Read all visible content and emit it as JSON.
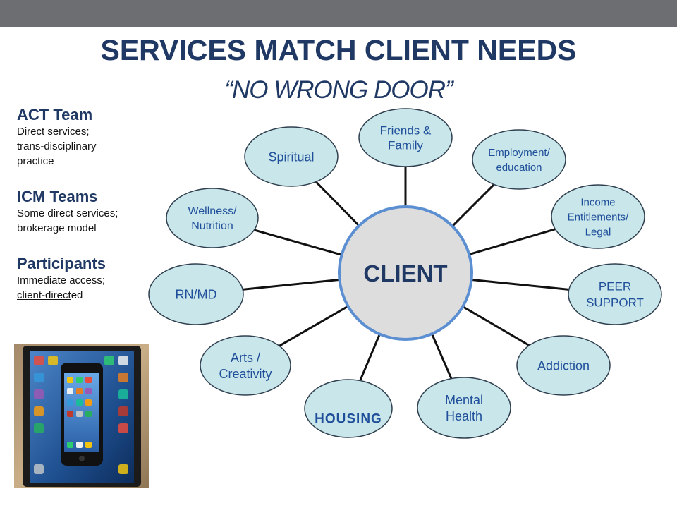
{
  "slide": {
    "title": "SERVICES MATCH CLIENT NEEDS",
    "subtitle": "“NO WRONG DOOR”"
  },
  "sidebar": {
    "act": {
      "heading": "ACT Team",
      "line1": "Direct  services;",
      "line2": "trans-disciplinary",
      "line3": "practice"
    },
    "icm": {
      "heading": "ICM Teams",
      "line1": "Some direct services;",
      "line2": "brokerage model"
    },
    "participants": {
      "heading": "Participants",
      "line1": "Immediate access;",
      "line2_underlined": "client-direct",
      "line2_rest": "ed"
    }
  },
  "diagram": {
    "center": {
      "label": "CLIENT",
      "fill": "#dddddd",
      "stroke": "#5b8fd1"
    },
    "node_fill": "#c9e7ea",
    "node_stroke": "#2f3f4f",
    "nodes": [
      {
        "id": "friends",
        "lines": [
          "Friends  &",
          "Family"
        ]
      },
      {
        "id": "employment",
        "lines": [
          "Employment/",
          "education"
        ]
      },
      {
        "id": "income",
        "lines": [
          "Income",
          "Entitlements/",
          "Legal"
        ]
      },
      {
        "id": "peer",
        "lines": [
          "PEER",
          "SUPPORT"
        ]
      },
      {
        "id": "addiction",
        "lines": [
          "Addiction"
        ]
      },
      {
        "id": "mental",
        "lines": [
          "Mental",
          "Health"
        ]
      },
      {
        "id": "housing",
        "lines": [
          "HOUSING"
        ]
      },
      {
        "id": "arts",
        "lines": [
          "Arts /",
          "Creativity"
        ]
      },
      {
        "id": "rnmd",
        "lines": [
          "RN/MD"
        ]
      },
      {
        "id": "wellness",
        "lines": [
          "Wellness/",
          "Nutrition"
        ]
      },
      {
        "id": "spiritual",
        "lines": [
          "Spiritual"
        ]
      }
    ]
  },
  "photo": {
    "icon": "tablet-with-phone-image"
  }
}
